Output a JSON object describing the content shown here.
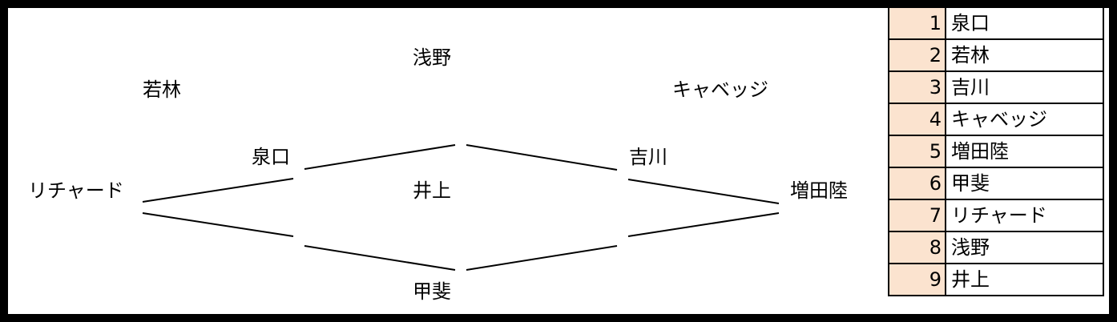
{
  "nodes": [
    {
      "id": "richard",
      "label": "リチャード"
    },
    {
      "id": "izumiguchi",
      "label": "泉口"
    },
    {
      "id": "wakabayashi",
      "label": "若林"
    },
    {
      "id": "asano",
      "label": "浅野"
    },
    {
      "id": "inoue",
      "label": "井上"
    },
    {
      "id": "kai",
      "label": "甲斐"
    },
    {
      "id": "yoshikawa",
      "label": "吉川"
    },
    {
      "id": "cabbage",
      "label": "キャベッジ"
    },
    {
      "id": "masuda",
      "label": "増田陸"
    }
  ],
  "edges": [
    {
      "from": "richard",
      "to": "izumiguchi"
    },
    {
      "from": "izumiguchi",
      "to": "asano"
    },
    {
      "from": "asano",
      "to": "yoshikawa"
    },
    {
      "from": "yoshikawa",
      "to": "masuda"
    },
    {
      "from": "richard",
      "to": "kai"
    },
    {
      "from": "kai",
      "to": "masuda"
    }
  ],
  "legend": {
    "rows": [
      {
        "num": "1",
        "name": "泉口"
      },
      {
        "num": "2",
        "name": "若林"
      },
      {
        "num": "3",
        "name": "吉川"
      },
      {
        "num": "4",
        "name": "キャベッジ"
      },
      {
        "num": "5",
        "name": "増田陸"
      },
      {
        "num": "6",
        "name": "甲斐"
      },
      {
        "num": "7",
        "name": "リチャード"
      },
      {
        "num": "8",
        "name": "浅野"
      },
      {
        "num": "9",
        "name": "井上"
      }
    ]
  },
  "colors": {
    "frame": "#000000",
    "background": "#ffffff",
    "number_cell": "#fbe3cf",
    "line": "#000000"
  }
}
